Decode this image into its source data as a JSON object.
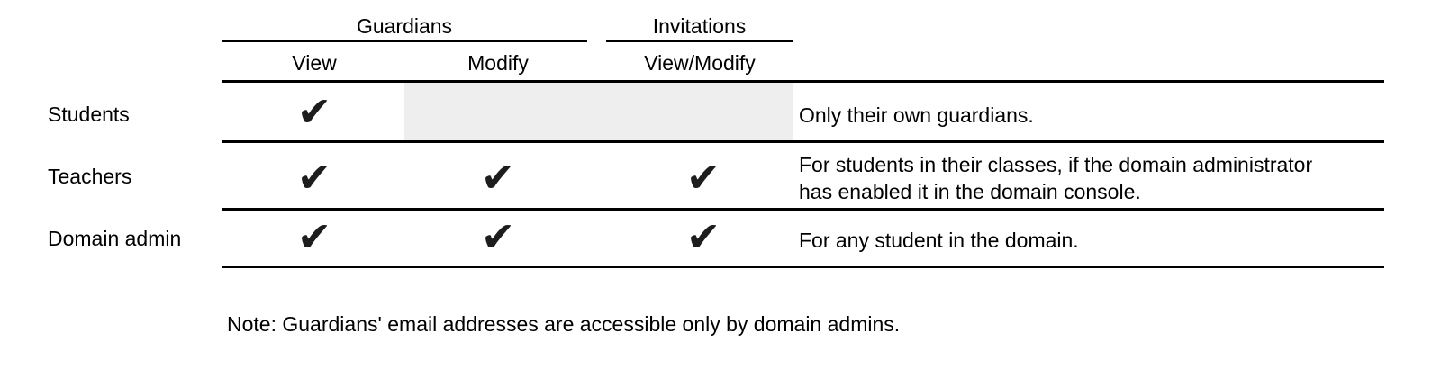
{
  "table": {
    "group_headers": {
      "guardians": "Guardians",
      "invitations": "Invitations"
    },
    "column_headers": {
      "guardians_view": "View",
      "guardians_modify": "Modify",
      "invitations_view_modify": "View/Modify"
    },
    "check_glyph": "✔",
    "rows": [
      {
        "label": "Students",
        "guardians_view": "✔",
        "guardians_modify": "",
        "invitations_view_modify": "",
        "note_lines": {
          "0": "Only their own guardians."
        }
      },
      {
        "label": "Teachers",
        "guardians_view": "✔",
        "guardians_modify": "✔",
        "invitations_view_modify": "✔",
        "note_lines": {
          "0": "For students in their classes, if the domain administrator",
          "1": "has enabled it in the domain console."
        }
      },
      {
        "label": "Domain admin",
        "guardians_view": "✔",
        "guardians_modify": "✔",
        "invitations_view_modify": "✔",
        "note_lines": {
          "0": "For any student in the domain."
        }
      }
    ]
  },
  "footnote": "Note: Guardians' email addresses are accessible only by domain admins.",
  "colors": {
    "text": "#000000",
    "rule": "#000000",
    "disabled_cell": "#eeeeee",
    "check": "#1d1d1d"
  }
}
